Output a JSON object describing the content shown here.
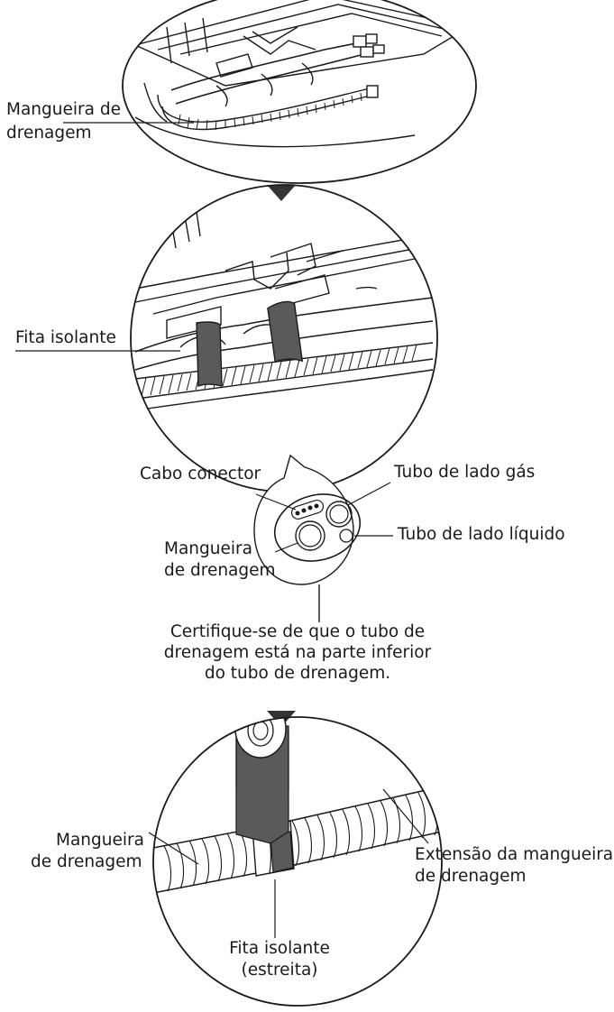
{
  "step1": {
    "label_hose_line1": "Mangueira de",
    "label_hose_line2": "drenagem"
  },
  "step2": {
    "label_tape": "Fita isolante",
    "label_cable": "Cabo conector",
    "label_gas_pipe": "Tubo de lado gás",
    "label_liquid_pipe": "Tubo de lado líquido",
    "label_hose_line1": "Mangueira",
    "label_hose_line2": "de drenagem",
    "note_line1": "Certifique-se de que o tubo de",
    "note_line2": "drenagem está na parte inferior",
    "note_line3": "do tubo de drenagem."
  },
  "step3": {
    "label_hose_line1": "Mangueira",
    "label_hose_line2": "de drenagem",
    "label_tape_line1": "Fita isolante",
    "label_tape_line2": "(estreita)",
    "label_ext_line1": "Extensão da mangueira",
    "label_ext_line2": "de drenagem"
  },
  "colors": {
    "line": "#1a1a1a",
    "tape_dark": "#5a5a5a",
    "tape_light": "#c4c4c4",
    "background": "#ffffff"
  }
}
